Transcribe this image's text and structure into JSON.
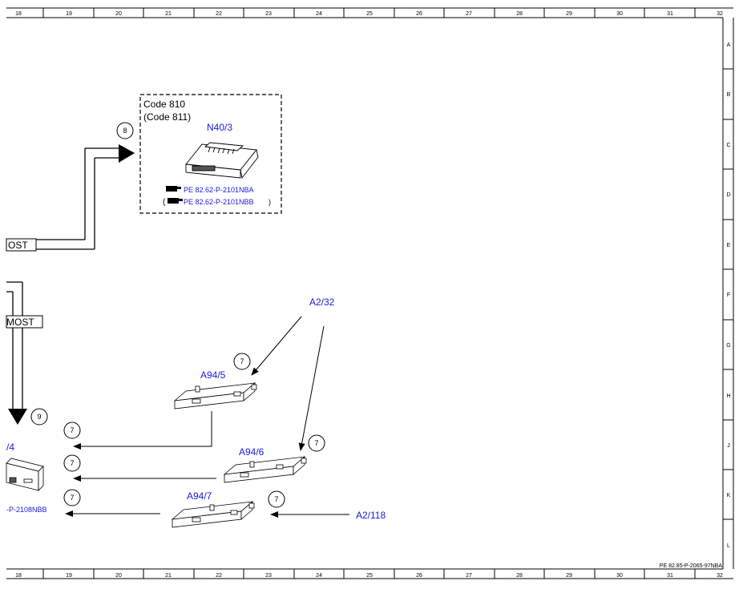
{
  "grid": {
    "columns": [
      "18",
      "19",
      "20",
      "21",
      "22",
      "23",
      "24",
      "25",
      "26",
      "27",
      "28",
      "29",
      "30",
      "31",
      "32"
    ],
    "rows": [
      "A",
      "B",
      "C",
      "D",
      "E",
      "F",
      "G",
      "H",
      "J",
      "K",
      "L"
    ]
  },
  "doc_ref": "PE 82.85-P-2065-97NBA",
  "code_box": {
    "code_line1": "Code 810",
    "code_line2": "(Code 811)",
    "part": "N40/3",
    "ref1": "PE 82.62-P-2101NBA",
    "ref2": "PE 82.62-P-2101NBB"
  },
  "bus_labels": {
    "most_upper": "OST",
    "most_lower": "MOST"
  },
  "parts": {
    "a2_32": "A2/32",
    "a94_5": "A94/5",
    "a94_6": "A94/6",
    "a94_7": "A94/7",
    "a2_118": "A2/118",
    "partial_left": "/4",
    "partial_ref": "-P-2108NBB"
  },
  "callouts": {
    "c8": "8",
    "c9": "9",
    "c7_a94_5": "7",
    "c7_a94_6": "7",
    "c7_a94_7": "7",
    "c7_left1": "7",
    "c7_left2": "7",
    "c7_left3": "7"
  },
  "icons": [
    "hand-pointer-icon",
    "module-icon",
    "antenna-amplifier-icon"
  ],
  "colors": {
    "part_label": "#1a1adc",
    "line": "#000000"
  }
}
